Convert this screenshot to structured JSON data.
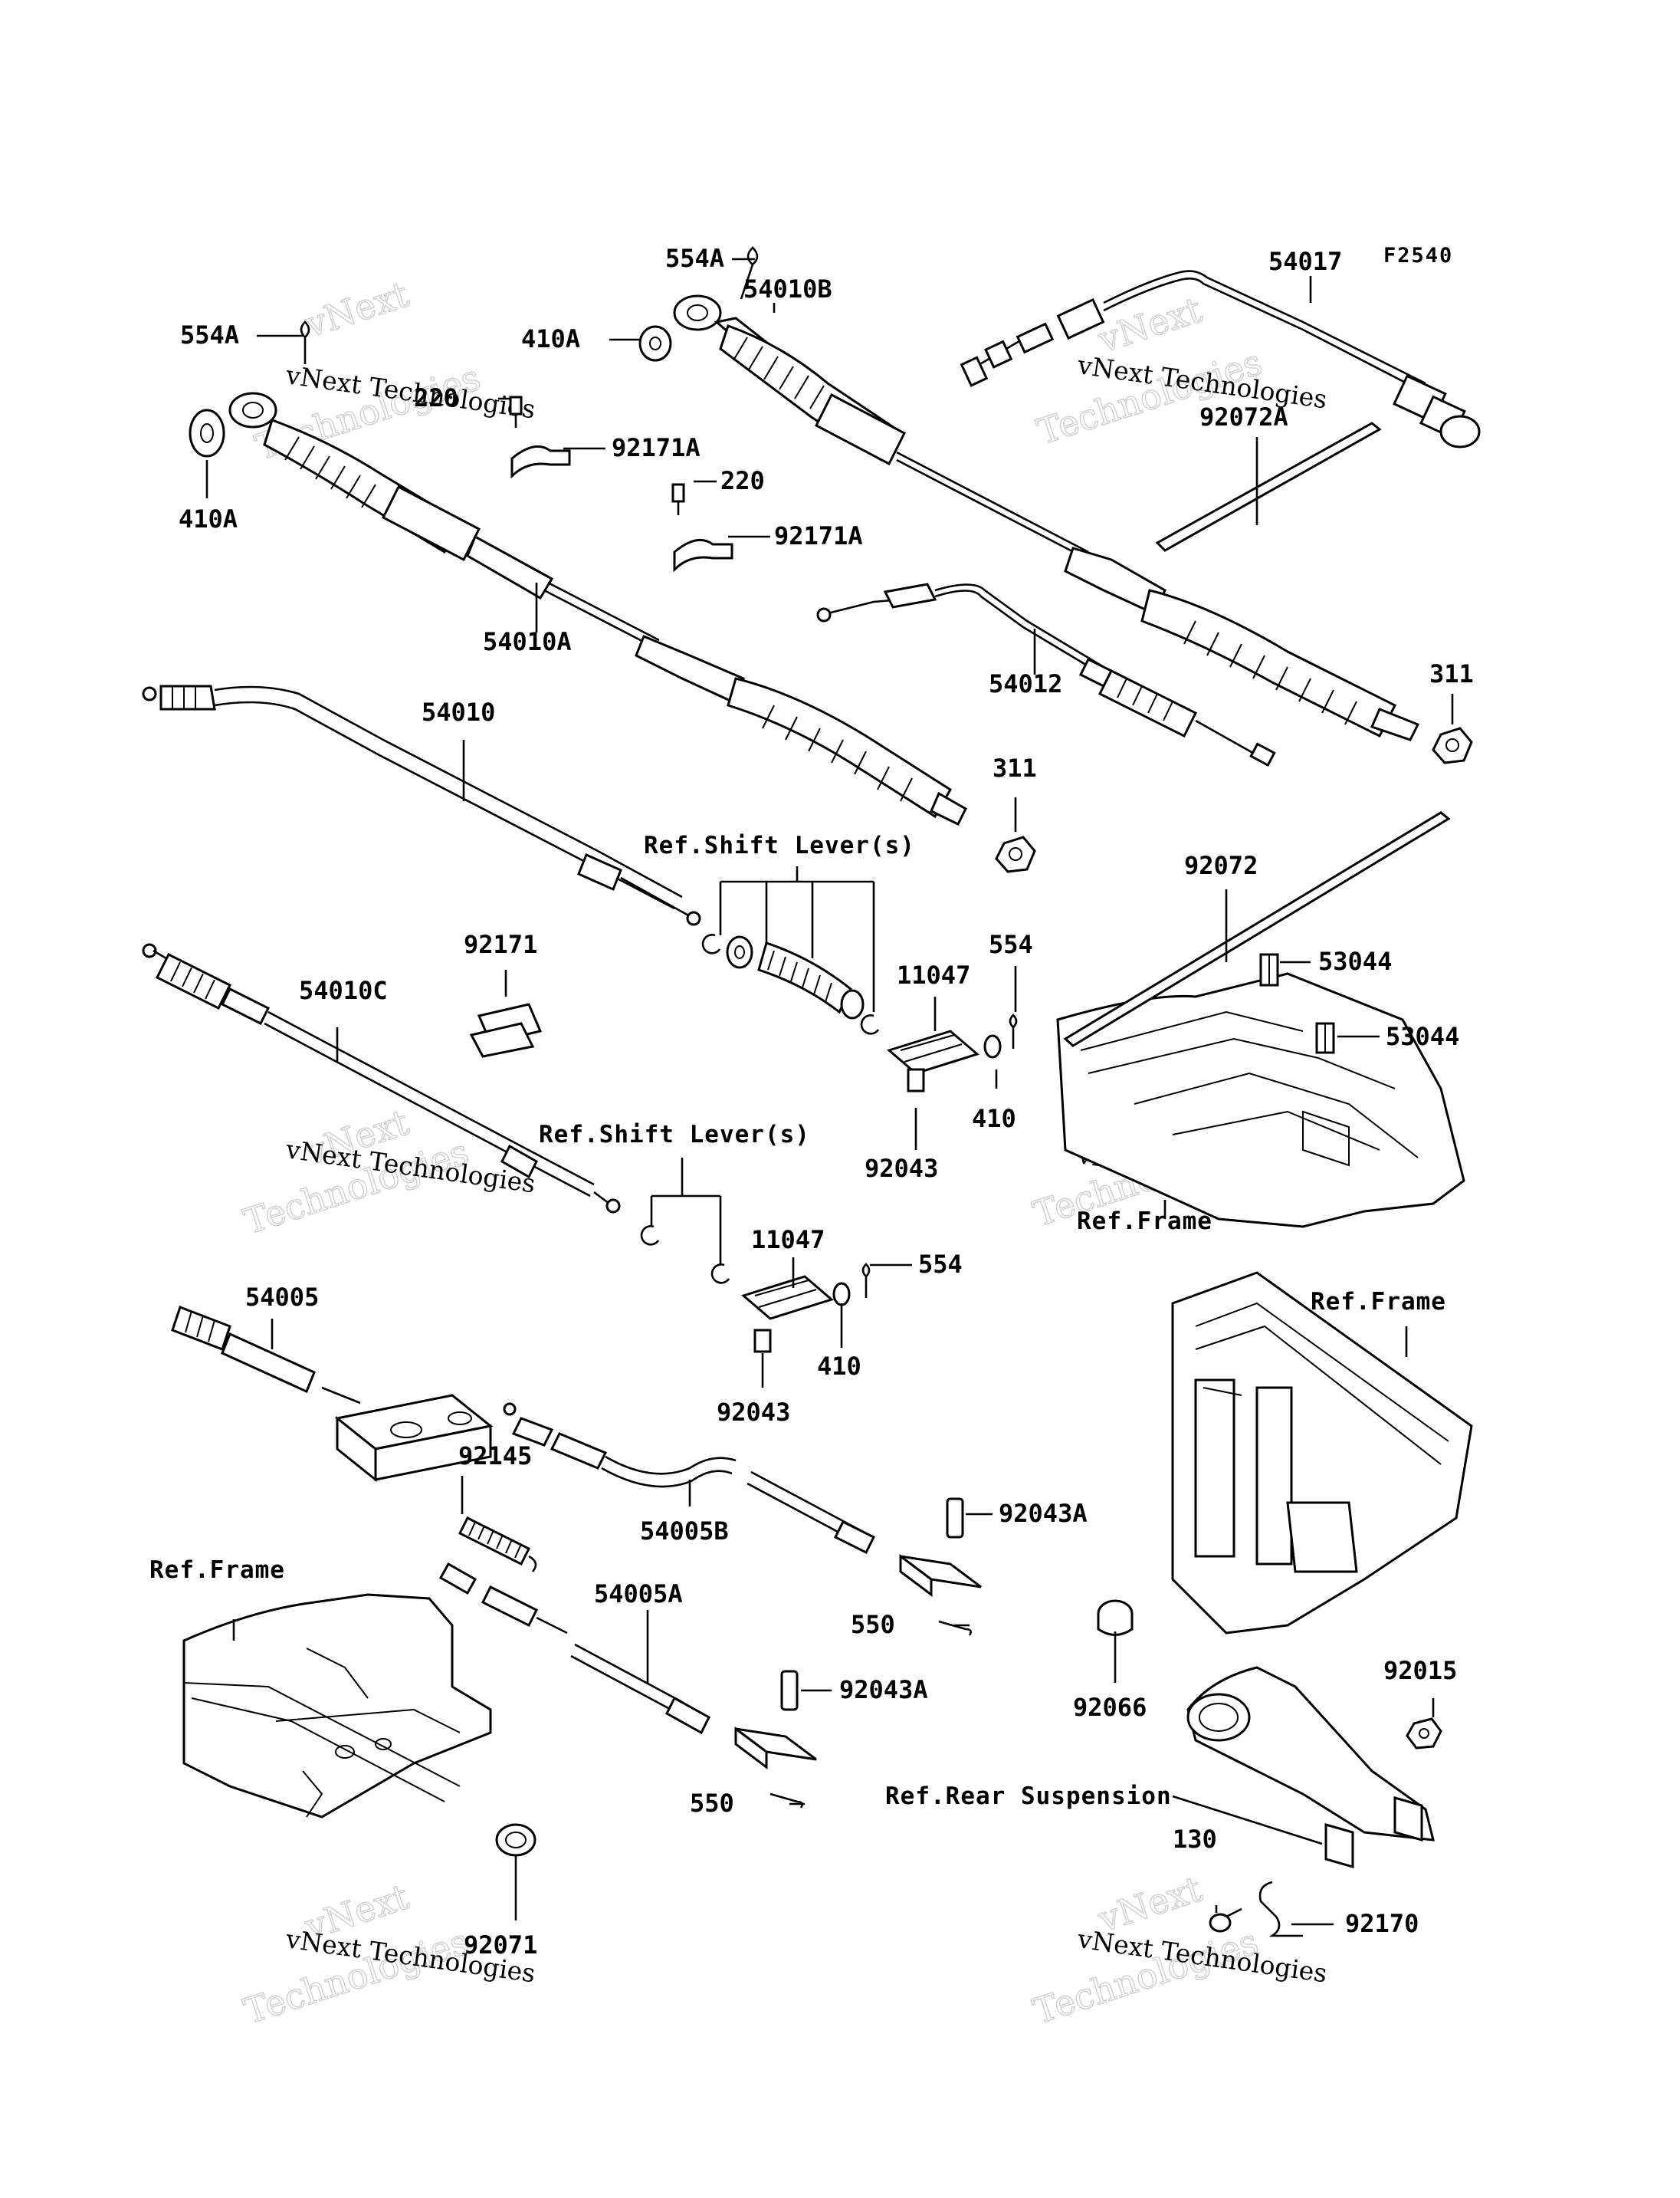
{
  "figure_code": "F2540",
  "watermark": {
    "line1": "vNext Technologies",
    "line2": "Technologies"
  },
  "labels": {
    "p554A_top": "554A",
    "p54010B": "54010B",
    "p54017": "54017",
    "p554A_left": "554A",
    "p410A_mid": "410A",
    "p220_a": "220",
    "p92171A_a": "92171A",
    "p410A_left": "410A",
    "p220_b": "220",
    "p92171A_b": "92171A",
    "p92072A": "92072A",
    "p54010A": "54010A",
    "p54012": "54012",
    "p311_right": "311",
    "p54010": "54010",
    "p311_mid": "311",
    "p92072": "92072",
    "p92171": "92171",
    "p11047_a": "11047",
    "p554_a": "554",
    "p53044_a": "53044",
    "p54010C": "54010C",
    "p53044_b": "53044",
    "p410_a": "410",
    "p92043_a": "92043",
    "p11047_b": "11047",
    "p554_b": "554",
    "p54005": "54005",
    "p410_b": "410",
    "p92043_b": "92043",
    "p92145": "92145",
    "p54005B": "54005B",
    "p92043A_a": "92043A",
    "p54005A": "54005A",
    "p550_a": "550",
    "p92066": "92066",
    "p92015": "92015",
    "p92043A_b": "92043A",
    "p550_b": "550",
    "p130": "130",
    "p92170": "92170",
    "p92071": "92071"
  },
  "references": {
    "shift_lever_1": "Ref.Shift Lever(s)",
    "shift_lever_2": "Ref.Shift Lever(s)",
    "frame_right_mid": "Ref.Frame",
    "frame_right_top": "Ref.Frame",
    "frame_left": "Ref.Frame",
    "rear_suspension": "Ref.Rear Suspension"
  }
}
